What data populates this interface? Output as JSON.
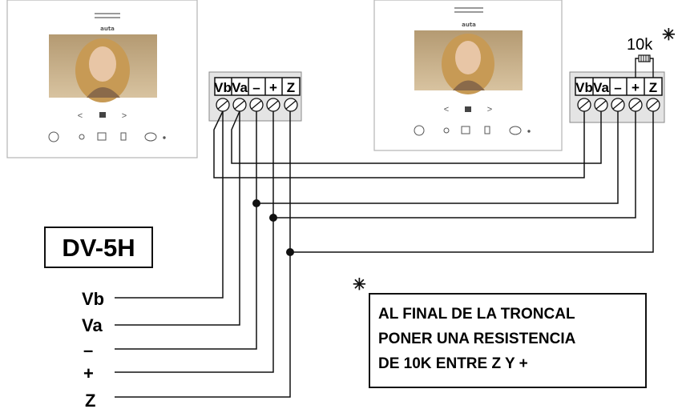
{
  "model": "DV-5H",
  "inputs": [
    "Vb",
    "Va",
    "–",
    "+",
    "Z"
  ],
  "terminals": [
    "Vb",
    "Va",
    "–",
    "+",
    "Z"
  ],
  "monitor_brand": "auta",
  "resistor": {
    "label": "10k",
    "mark": "✳"
  },
  "note": {
    "mark": "✳",
    "lines": [
      "AL FINAL DE LA TRONCAL",
      "PONER UNA RESISTENCIA",
      "DE 10K ENTRE Z Y +"
    ]
  },
  "colors": {
    "line": "#111111",
    "block_fill": "#e4e4e4",
    "monitor_border": "#b5b5b5"
  }
}
